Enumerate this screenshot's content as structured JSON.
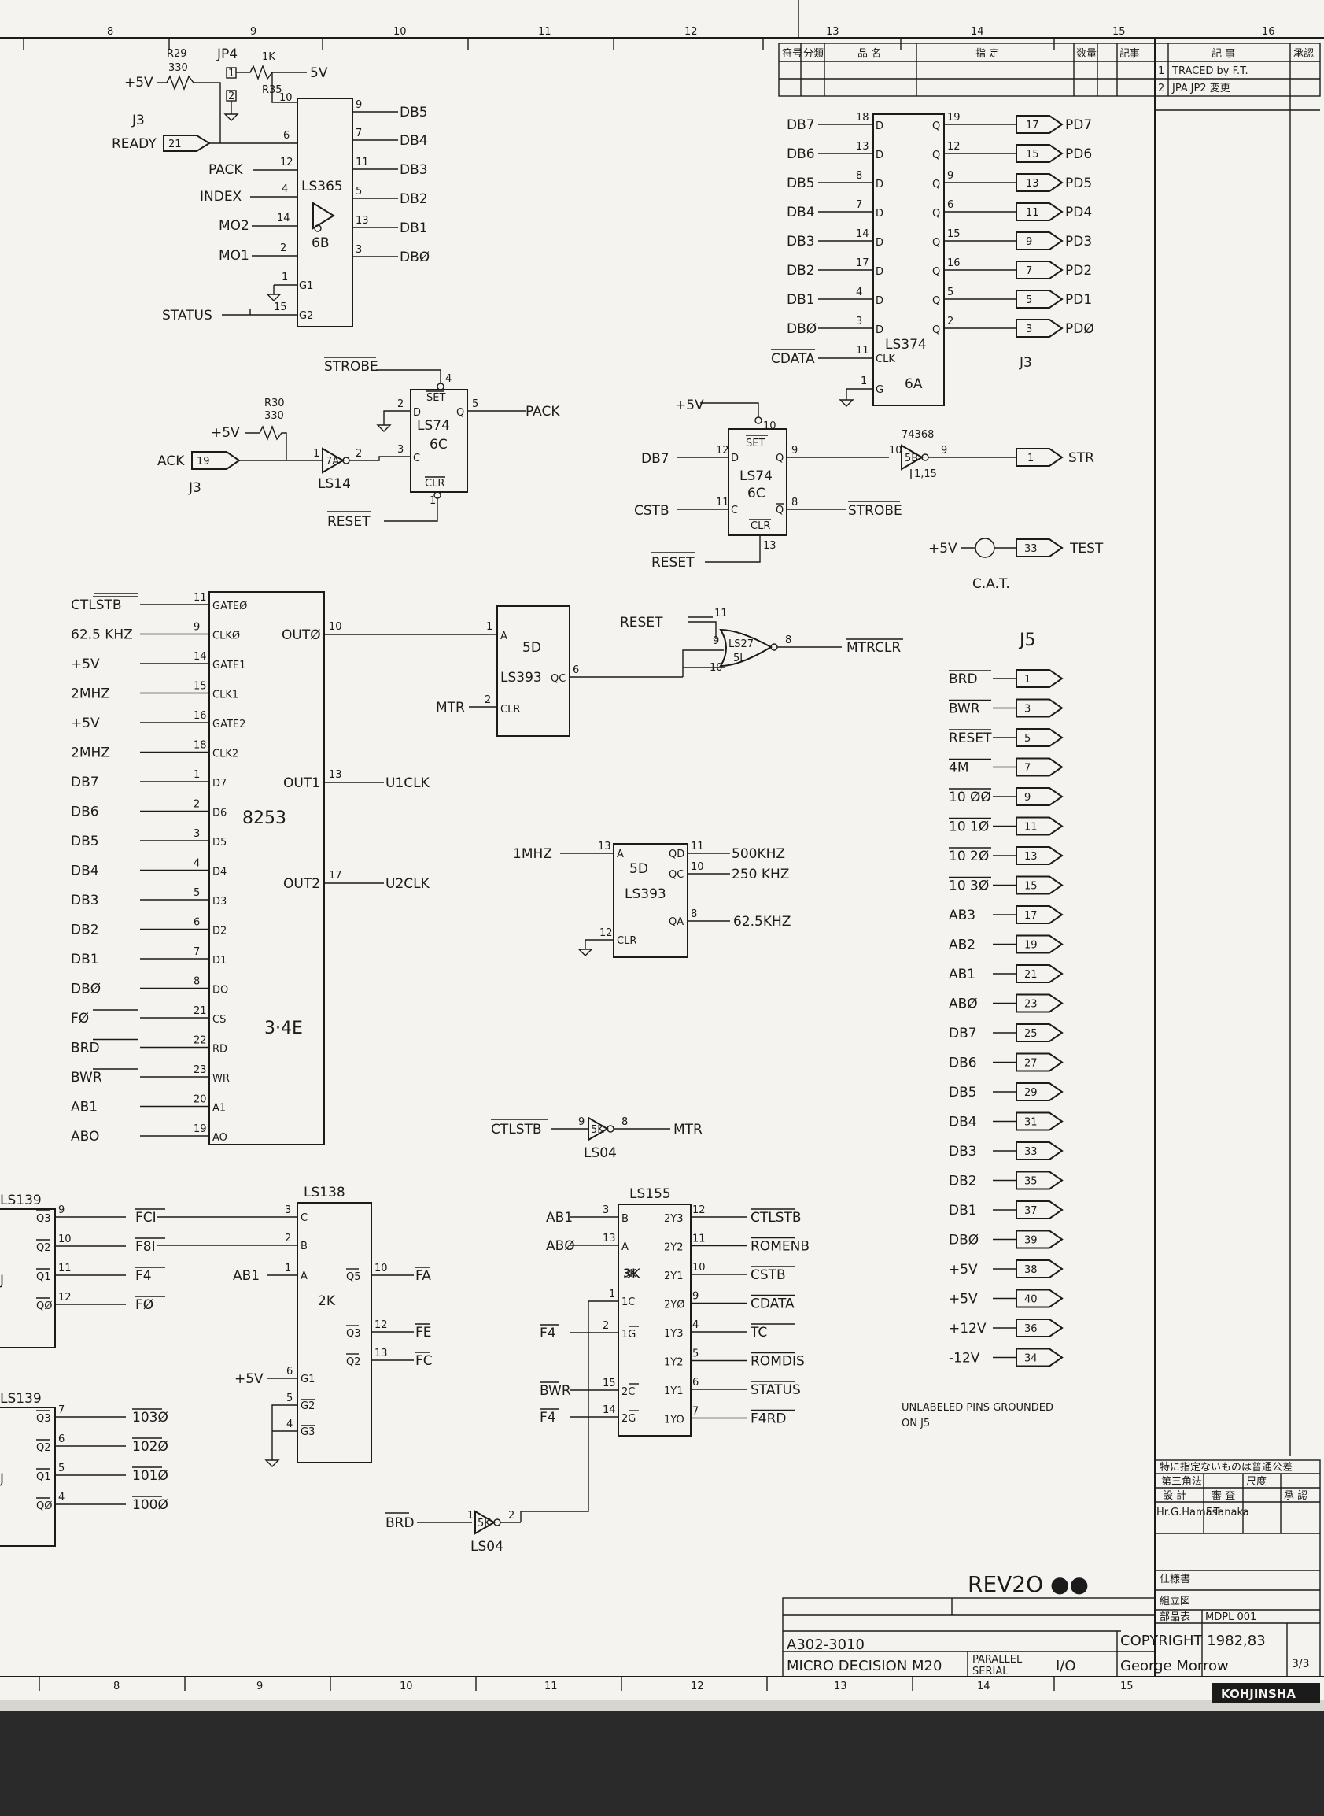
{
  "border": {
    "cols_top": [
      "8",
      "9",
      "10",
      "11",
      "12",
      "13",
      "14",
      "15",
      "16"
    ],
    "cols_bottom": [
      "8",
      "9",
      "10",
      "11",
      "12",
      "13",
      "14",
      "15"
    ]
  },
  "revision_table": {
    "headers": [
      "符号",
      "分類",
      "品 名",
      "指 定",
      "数量",
      "記事"
    ],
    "right_headers": [
      "記 事",
      "承認"
    ],
    "entries": [
      {
        "no": "1",
        "text": "TRACED by F.T."
      },
      {
        "no": "2",
        "text": "JPA.JP2 変更"
      }
    ]
  },
  "ls365": {
    "part": "LS365",
    "ref": "6B",
    "inputs": [
      {
        "pin": "6",
        "net": "READY"
      },
      {
        "pin": "12",
        "net": "PACK"
      },
      {
        "pin": "4",
        "net": "INDEX"
      },
      {
        "pin": "14",
        "net": "MO2"
      },
      {
        "pin": "2",
        "net": "MO1"
      }
    ],
    "outputs": [
      {
        "pin": "9",
        "net": "DB5"
      },
      {
        "pin": "7",
        "net": "DB4"
      },
      {
        "pin": "11",
        "net": "DB3"
      },
      {
        "pin": "5",
        "net": "DB2"
      },
      {
        "pin": "13",
        "net": "DB1"
      },
      {
        "pin": "3",
        "net": "DBØ"
      }
    ],
    "gates": [
      "G1",
      "G2"
    ],
    "status": "STATUS",
    "r29": "R29",
    "r29_val": "330",
    "jp4": "JP4",
    "r35": "R35",
    "r35_val": "1K",
    "jp_pins": [
      "1",
      "2"
    ],
    "pin10": "10",
    "pin1": "1",
    "pin15": "15",
    "plus5": "+5V",
    "plus5b": "5V",
    "j3": "J3",
    "ready_pin": "21"
  },
  "ls374": {
    "part": "LS374",
    "ref": "6A",
    "conn": "J3",
    "rows": [
      {
        "in": "DB7",
        "pin_d": "18",
        "pin_q": "19",
        "conn": "17",
        "out": "PD7"
      },
      {
        "in": "DB6",
        "pin_d": "13",
        "pin_q": "12",
        "conn": "15",
        "out": "PD6"
      },
      {
        "in": "DB5",
        "pin_d": "8",
        "pin_q": "9",
        "conn": "13",
        "out": "PD5"
      },
      {
        "in": "DB4",
        "pin_d": "7",
        "pin_q": "6",
        "conn": "11",
        "out": "PD4"
      },
      {
        "in": "DB3",
        "pin_d": "14",
        "pin_q": "15",
        "conn": "9",
        "out": "PD3"
      },
      {
        "in": "DB2",
        "pin_d": "17",
        "pin_q": "16",
        "conn": "7",
        "out": "PD2"
      },
      {
        "in": "DB1",
        "pin_d": "4",
        "pin_q": "5",
        "conn": "5",
        "out": "PD1"
      },
      {
        "in": "DBØ",
        "pin_d": "3",
        "pin_q": "2",
        "conn": "3",
        "out": "PDØ"
      }
    ],
    "clk_net": "CDATA",
    "clk_pin": "11",
    "clk": "CLK",
    "g_pin": "1",
    "g": "G",
    "d": "D",
    "q": "Q"
  },
  "ack": {
    "strobe": "STROBE",
    "r30": "R30",
    "r30_val": "330",
    "plus5": "+5V",
    "ack": "ACK",
    "pin": "19",
    "j3": "J3",
    "ls14": "LS14",
    "ls14_ref": "7A",
    "ls14_in": "1",
    "ls14_out": "2",
    "ff": "LS74",
    "ff_ref": "6C",
    "set": "SET",
    "clr": "CLR",
    "q": "Q",
    "c": "C",
    "d": "D",
    "pin4": "4",
    "pin2": "2",
    "pin3": "3",
    "pin5": "5",
    "pin1": "1",
    "pack": "PACK",
    "reset": "RESET"
  },
  "str": {
    "plus5": "+5V",
    "pin10": "10",
    "set": "SET",
    "db7": "DB7",
    "pin12": "12",
    "ff": "LS74",
    "ff_ref": "6C",
    "d": "D",
    "q": "Q",
    "c": "C",
    "qbar": "Q",
    "cstb": "CSTB",
    "pin11": "11",
    "pin9": "9",
    "pin8": "8",
    "strobe": "STROBE",
    "clr": "CLR",
    "pin13": "13",
    "reset": "RESET",
    "buf": "74368",
    "buf_ref": "5B",
    "buf_in": "10",
    "buf_out": "9",
    "buf_en": "1,15",
    "conn": "1",
    "out": "STR"
  },
  "test": {
    "plus5": "+5V",
    "conn": "33",
    "label": "TEST",
    "cat": "C.A.T."
  },
  "i8253": {
    "part": "8253",
    "ref": "3·4E",
    "left": [
      {
        "net": "CTLSTB",
        "pin": "11",
        "name": "GATEØ",
        "bar": true
      },
      {
        "net": "62.5 KHZ",
        "pin": "9",
        "name": "CLKØ"
      },
      {
        "net": "+5V",
        "pin": "14",
        "name": "GATE1"
      },
      {
        "net": "2MHZ",
        "pin": "15",
        "name": "CLK1"
      },
      {
        "net": "+5V",
        "pin": "16",
        "name": "GATE2"
      },
      {
        "net": "2MHZ",
        "pin": "18",
        "name": "CLK2"
      },
      {
        "net": "DB7",
        "pin": "1",
        "name": "D7"
      },
      {
        "net": "DB6",
        "pin": "2",
        "name": "D6"
      },
      {
        "net": "DB5",
        "pin": "3",
        "name": "D5"
      },
      {
        "net": "DB4",
        "pin": "4",
        "name": "D4"
      },
      {
        "net": "DB3",
        "pin": "5",
        "name": "D3"
      },
      {
        "net": "DB2",
        "pin": "6",
        "name": "D2"
      },
      {
        "net": "DB1",
        "pin": "7",
        "name": "D1"
      },
      {
        "net": "DBØ",
        "pin": "8",
        "name": "DO"
      },
      {
        "net": "FØ",
        "pin": "21",
        "name": "CS",
        "bar": true
      },
      {
        "net": "BRD",
        "pin": "22",
        "name": "RD",
        "bar": true
      },
      {
        "net": "BWR",
        "pin": "23",
        "name": "WR",
        "bar": true
      },
      {
        "net": "AB1",
        "pin": "20",
        "name": "A1"
      },
      {
        "net": "ABO",
        "pin": "19",
        "name": "AO"
      }
    ],
    "outs": [
      {
        "name": "OUTØ",
        "pin": "10"
      },
      {
        "name": "OUT1",
        "pin": "13",
        "net": "U1CLK"
      },
      {
        "name": "OUT2",
        "pin": "17",
        "net": "U2CLK"
      }
    ]
  },
  "ls393a": {
    "part": "LS393",
    "ref": "5D",
    "a": "A",
    "clr": "CLR",
    "qc": "QC",
    "pin1": "1",
    "pin2": "2",
    "pin6": "6",
    "mtr": "MTR"
  },
  "nor": {
    "part": "LS27",
    "ref": "5L",
    "reset": "RESET",
    "pin11": "11",
    "pin9": "9",
    "pin10": "10",
    "pin8": "8",
    "out": "MTRCLR"
  },
  "ls393b": {
    "part": "LS393",
    "ref": "5D",
    "in": "1MHZ",
    "pin13": "13",
    "a": "A",
    "clr": "CLR",
    "pin12": "12",
    "outs": [
      {
        "name": "QD",
        "pin": "11",
        "net": "500KHZ"
      },
      {
        "name": "QC",
        "pin": "10",
        "net": "250 KHZ"
      },
      {
        "name": "QA",
        "pin": "8",
        "net": "62.5KHZ"
      }
    ]
  },
  "ls04a": {
    "in": "CTLSTB",
    "pin_in": "9",
    "ref": "5K",
    "pin_out": "8",
    "out": "MTR",
    "part": "LS04"
  },
  "ls04b": {
    "in": "BRD",
    "pin_in": "1",
    "ref": "5K",
    "pin_out": "2",
    "part": "LS04"
  },
  "j5": {
    "title": "J5",
    "pins": [
      {
        "net": "BRD",
        "pin": "1",
        "bar": true
      },
      {
        "net": "BWR",
        "pin": "3",
        "bar": true
      },
      {
        "net": "RESET",
        "pin": "5",
        "bar": true
      },
      {
        "net": "4M",
        "pin": "7",
        "bar": true
      },
      {
        "net": "10 ØØ",
        "pin": "9",
        "bar": true
      },
      {
        "net": "10 1Ø",
        "pin": "11",
        "bar": true
      },
      {
        "net": "10 2Ø",
        "pin": "13",
        "bar": true
      },
      {
        "net": "10 3Ø",
        "pin": "15",
        "bar": true
      },
      {
        "net": "AB3",
        "pin": "17"
      },
      {
        "net": "AB2",
        "pin": "19"
      },
      {
        "net": "AB1",
        "pin": "21"
      },
      {
        "net": "ABØ",
        "pin": "23"
      },
      {
        "net": "DB7",
        "pin": "25"
      },
      {
        "net": "DB6",
        "pin": "27"
      },
      {
        "net": "DB5",
        "pin": "29"
      },
      {
        "net": "DB4",
        "pin": "31"
      },
      {
        "net": "DB3",
        "pin": "33"
      },
      {
        "net": "DB2",
        "pin": "35"
      },
      {
        "net": "DB1",
        "pin": "37"
      },
      {
        "net": "DBØ",
        "pin": "39"
      },
      {
        "net": "+5V",
        "pin": "38"
      },
      {
        "net": "+5V",
        "pin": "40"
      },
      {
        "net": "+12V",
        "pin": "36"
      },
      {
        "net": "-12V",
        "pin": "34"
      }
    ],
    "note1": "UNLABELED PINS GROUNDED",
    "note2": "ON J5"
  },
  "ls139a": {
    "part": "LS139",
    "rows": [
      {
        "name": "Q3",
        "pin": "9",
        "net": "FCI",
        "bar": true
      },
      {
        "name": "Q2",
        "pin": "10",
        "net": "F8I",
        "bar": true
      },
      {
        "name": "Q1",
        "pin": "11",
        "net": "F4",
        "bar": true
      },
      {
        "name": "QØ",
        "pin": "12",
        "net": "FØ",
        "bar": true
      }
    ],
    "frag": "J"
  },
  "ls139b": {
    "part": "LS139",
    "rows": [
      {
        "name": "Q3",
        "pin": "7",
        "net": "103Ø",
        "bar": true
      },
      {
        "name": "Q2",
        "pin": "6",
        "net": "102Ø",
        "bar": true
      },
      {
        "name": "Q1",
        "pin": "5",
        "net": "101Ø",
        "bar": true
      },
      {
        "name": "QØ",
        "pin": "4",
        "net": "100Ø",
        "bar": true
      }
    ],
    "frag": "J"
  },
  "ls138": {
    "part": "LS138",
    "ref": "2K",
    "c": "C",
    "b": "B",
    "a": "A",
    "pin3": "3",
    "pin2": "2",
    "pin1": "1",
    "ab1": "AB1",
    "g1": "G1",
    "g2": "G2",
    "g3": "G3",
    "pin6": "6",
    "pin5": "5",
    "pin4": "4",
    "plus5": "+5V",
    "outs": [
      {
        "name": "Q5",
        "pin": "10",
        "net": "FA"
      },
      {
        "name": "Q3",
        "pin": "12",
        "net": "FE"
      },
      {
        "name": "Q2",
        "pin": "13",
        "net": "FC"
      }
    ]
  },
  "ls155": {
    "part": "LS155",
    "ref": "3K",
    "inputs": [
      {
        "net": "AB1",
        "pin": "3",
        "name": "B"
      },
      {
        "net": "ABØ",
        "pin": "13",
        "name": "A"
      },
      {
        "net": "",
        "pin": "1",
        "name": "1C"
      },
      {
        "net": "F4",
        "pin": "2",
        "name": "1G",
        "bar": true
      },
      {
        "net": "BWR",
        "pin": "15",
        "name": "2C",
        "bar": true
      },
      {
        "net": "F4",
        "pin": "14",
        "name": "2G",
        "bar": true
      }
    ],
    "outs": [
      {
        "name": "2Y3",
        "pin": "12",
        "net": "CTLSTB"
      },
      {
        "name": "2Y2",
        "pin": "11",
        "net": "ROMENB"
      },
      {
        "name": "2Y1",
        "pin": "10",
        "net": "CSTB"
      },
      {
        "name": "2YØ",
        "pin": "9",
        "net": "CDATA"
      },
      {
        "name": "1Y3",
        "pin": "4",
        "net": "TC"
      },
      {
        "name": "1Y2",
        "pin": "5",
        "net": "ROMDIS"
      },
      {
        "name": "1Y1",
        "pin": "6",
        "net": "STATUS"
      },
      {
        "name": "1YO",
        "pin": "7",
        "net": "F4RD"
      }
    ]
  },
  "rev": "REV2O ●●",
  "title_block": {
    "approval_rows": [
      "特に指定ないものは普通公差",
      "第三角法",
      "尺度",
      "設 計",
      "審 査",
      "承 認",
      "Hr.G.Hamasi",
      "F.Tanaka"
    ],
    "side_labels": [
      "仕様書",
      "組立図",
      "部品表"
    ],
    "part_no": "MDPL 001",
    "drawing_no": "A302-3010",
    "product": "MICRO DECISION M20",
    "desc1": "PARALLEL",
    "desc2": "SERIAL",
    "io": "I/O",
    "copyright": "COPYRIGHT 1982,83",
    "author": "George Morrow",
    "sheet": "3/3",
    "brand": "KOHJINSHA"
  }
}
